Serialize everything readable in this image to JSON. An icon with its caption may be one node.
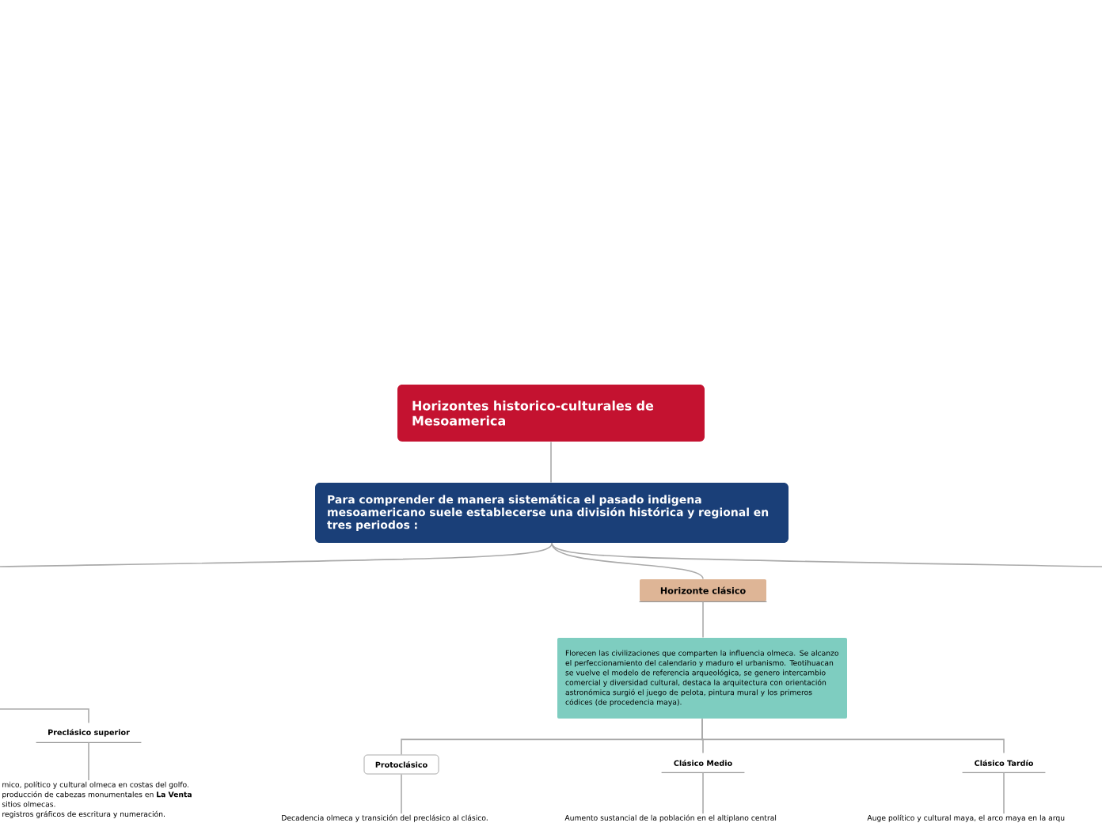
{
  "diagram": {
    "nodes": [
      {
        "text": [
          "Horizontes historico-culturales de Mesoamerica"
        ]
      },
      {
        "text": [
          "Para comprender de manera sistemática el pasado indigena mesoamericano suele establecerse una división histórica y regional en tres periodos :"
        ]
      },
      {
        "text": [
          "Horizonte clásico"
        ]
      },
      {
        "text": [
          "Florecen las civilizaciones que comparten la influencia olmeca. Se alcanzo el perfeccionamiento del calendario y maduro el urbanismo. Teotihuacan se vuelve el modelo de referencia arqueológica, se genero intercambio comercial y diversidad cultural, destaca la arquitectura con orientación astronómica surgió el juego de pelota, pintura mural y los primeros códices (de procedencia maya)."
        ]
      },
      {
        "text": [
          "Preclásico superior"
        ]
      },
      {
        "text": [
          "mico, político y cultural olmeca en costas del golfo.",
          "producción de cabezas monumentales en **La Venta**",
          "sitios olmecas.",
          "registros gráficos de escritura y numeración."
        ]
      },
      {
        "text": [
          "Protoclásico"
        ]
      },
      {
        "text": [
          "Clásico Medio"
        ]
      },
      {
        "text": [
          "Clásico Tardío"
        ]
      },
      {
        "text": [
          "Decadencia olmeca y transición del preclásico al clásico."
        ]
      },
      {
        "text": [
          "Aumento sustancial de la población en el altiplano central"
        ]
      },
      {
        "text": [
          "Auge político y cultural maya, el arco maya en la arqu"
        ]
      }
    ],
    "edges": [
      {
        "from": 0,
        "to": 1,
        "arrow": "none"
      },
      {
        "from": 1,
        "to": null,
        "arrow": "none"
      },
      {
        "from": 1,
        "to": null,
        "arrow": "none"
      },
      {
        "from": 1,
        "to": 2,
        "arrow": "none"
      },
      {
        "from": 2,
        "to": 3,
        "arrow": "none"
      },
      {
        "from": 3,
        "to": 6,
        "arrow": "none"
      },
      {
        "from": 3,
        "to": 7,
        "arrow": "none"
      },
      {
        "from": 3,
        "to": 8,
        "arrow": "none"
      },
      {
        "from": null,
        "to": 4,
        "arrow": "none"
      },
      {
        "from": 4,
        "to": 5,
        "arrow": "none"
      },
      {
        "from": 6,
        "to": 9,
        "arrow": "none"
      },
      {
        "from": 7,
        "to": 10,
        "arrow": "none"
      },
      {
        "from": 8,
        "to": 11,
        "arrow": "none"
      }
    ]
  }
}
